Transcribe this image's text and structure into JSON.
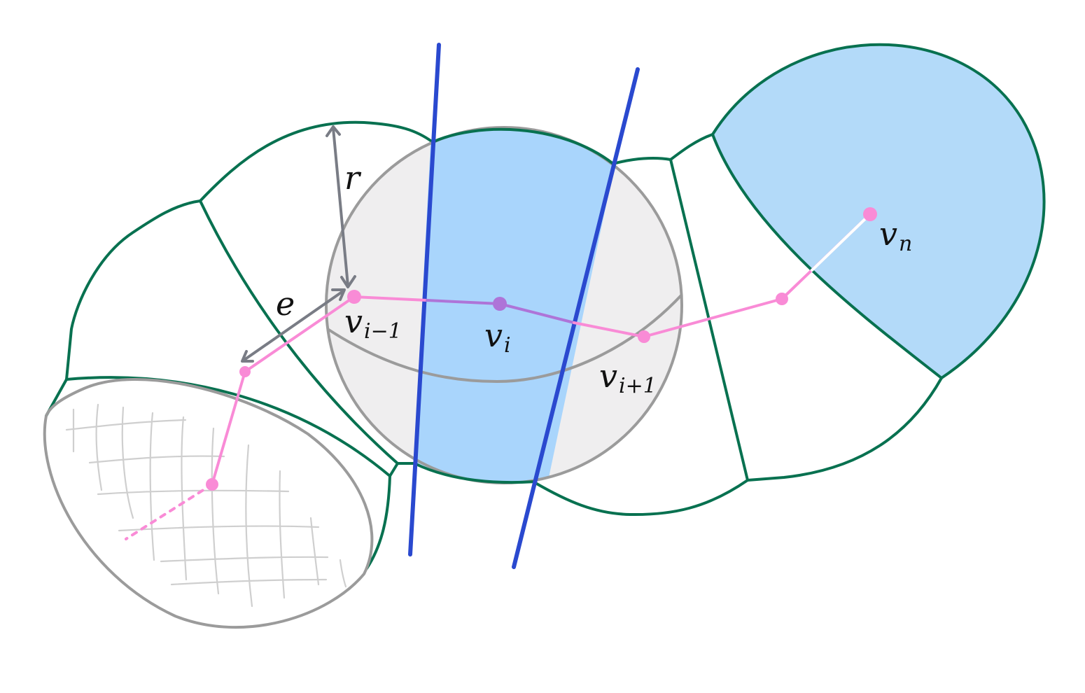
{
  "labels": {
    "r": "r",
    "e": "e",
    "v_im1": {
      "base": "v",
      "sub": "i−1"
    },
    "v_i": {
      "base": "v",
      "sub": "i"
    },
    "v_ip1": {
      "base": "v",
      "sub": "i+1"
    },
    "v_n": {
      "base": "v",
      "sub": "n"
    }
  },
  "colors": {
    "cell_border": "#087150",
    "cell_fill": "#b3daf9",
    "sphere_fill": "#efeeef",
    "sphere_stroke": "#9b9b9b",
    "plane": "#2a49cf",
    "path_pink": "#f98bd6",
    "path_purple": "#ae74d8",
    "arrow": "#797c85"
  }
}
